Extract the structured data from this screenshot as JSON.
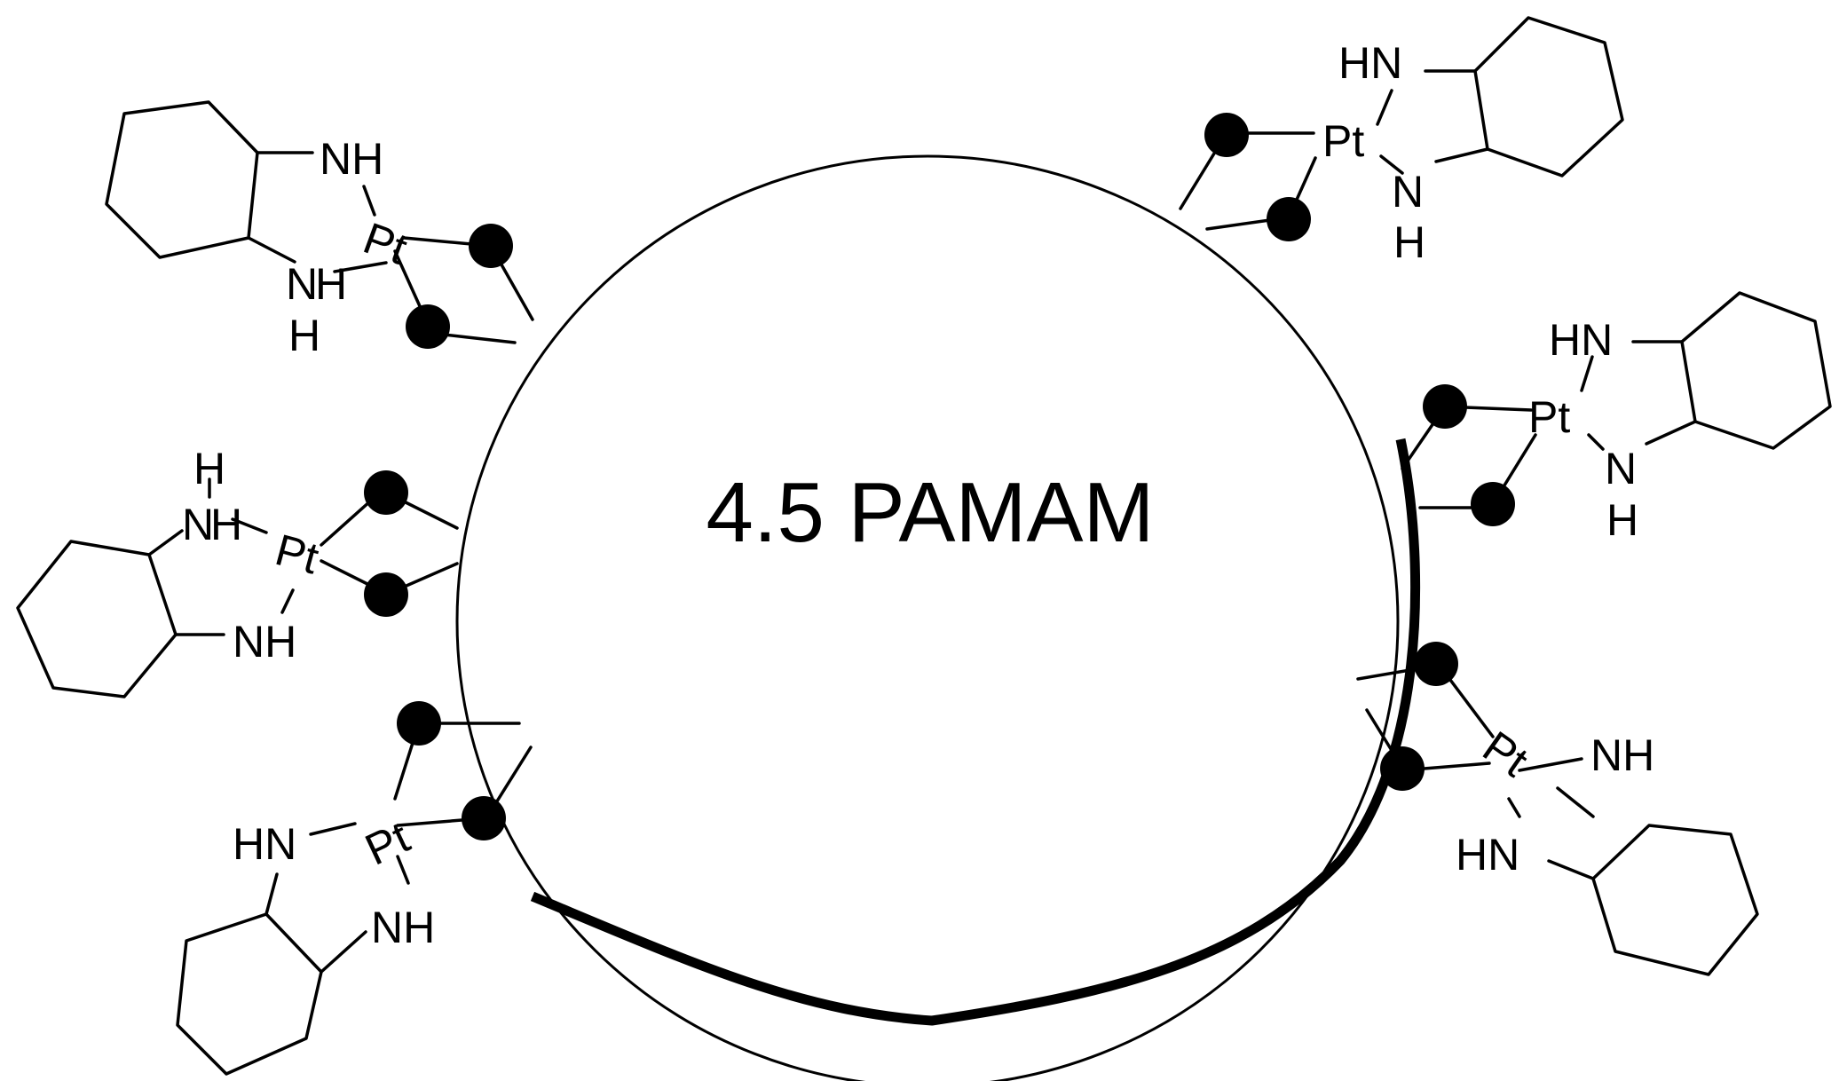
{
  "core": {
    "label": "4.5 PAMAM"
  },
  "atoms": {
    "nh": "NH",
    "hn": "HN",
    "n": "N",
    "h": "H",
    "pt": "Pt"
  },
  "colors": {
    "ink": "#000000",
    "background": "#ffffff"
  }
}
